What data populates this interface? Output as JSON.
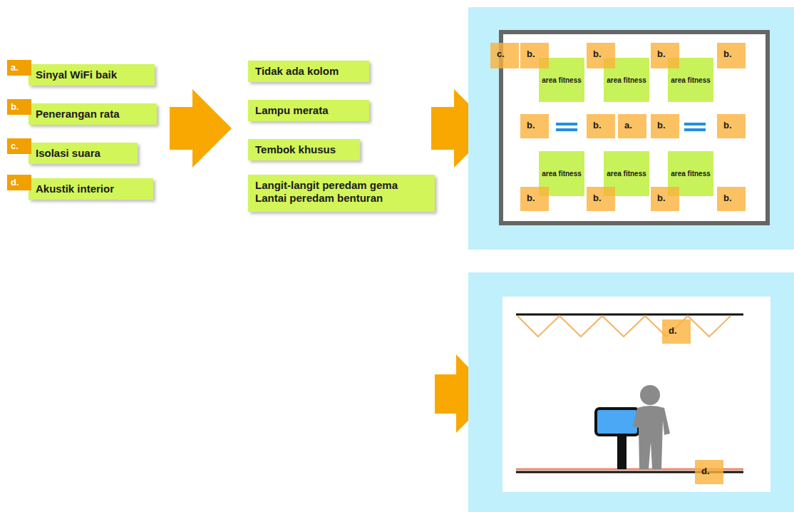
{
  "diagram": {
    "nodes": [
      {
        "text": [
          "a."
        ]
      },
      {
        "text": [
          "Sinyal WiFi baik"
        ]
      },
      {
        "text": [
          "b."
        ]
      },
      {
        "text": [
          "Penerangan rata"
        ]
      },
      {
        "text": [
          "c."
        ]
      },
      {
        "text": [
          "Isolasi suara"
        ]
      },
      {
        "text": [
          "d."
        ]
      },
      {
        "text": [
          "Akustik interior"
        ]
      },
      {
        "text": [
          "Tidak ada kolom"
        ]
      },
      {
        "text": [
          "Lampu merata"
        ]
      },
      {
        "text": [
          "Tembok khusus"
        ]
      },
      {
        "text": [
          "Langit-langit peredam gema",
          "Lantai peredam benturan"
        ]
      },
      {
        "text": [
          "c."
        ]
      },
      {
        "text": [
          "b."
        ]
      },
      {
        "text": [
          "b."
        ]
      },
      {
        "text": [
          "b."
        ]
      },
      {
        "text": [
          "b."
        ]
      },
      {
        "text": [
          "area fitness"
        ]
      },
      {
        "text": [
          "area fitness"
        ]
      },
      {
        "text": [
          "area fitness"
        ]
      },
      {
        "text": [
          "b."
        ]
      },
      {
        "text": [
          "b."
        ]
      },
      {
        "text": [
          "a."
        ]
      },
      {
        "text": [
          "b."
        ]
      },
      {
        "text": [
          "b."
        ]
      },
      {
        "text": [
          "area fitness"
        ]
      },
      {
        "text": [
          "area fitness"
        ]
      },
      {
        "text": [
          "area fitness"
        ]
      },
      {
        "text": [
          "b."
        ]
      },
      {
        "text": [
          "b."
        ]
      },
      {
        "text": [
          "b."
        ]
      },
      {
        "text": [
          "b."
        ]
      },
      {
        "text": [
          "d."
        ]
      },
      {
        "text": [
          "d."
        ]
      }
    ]
  }
}
